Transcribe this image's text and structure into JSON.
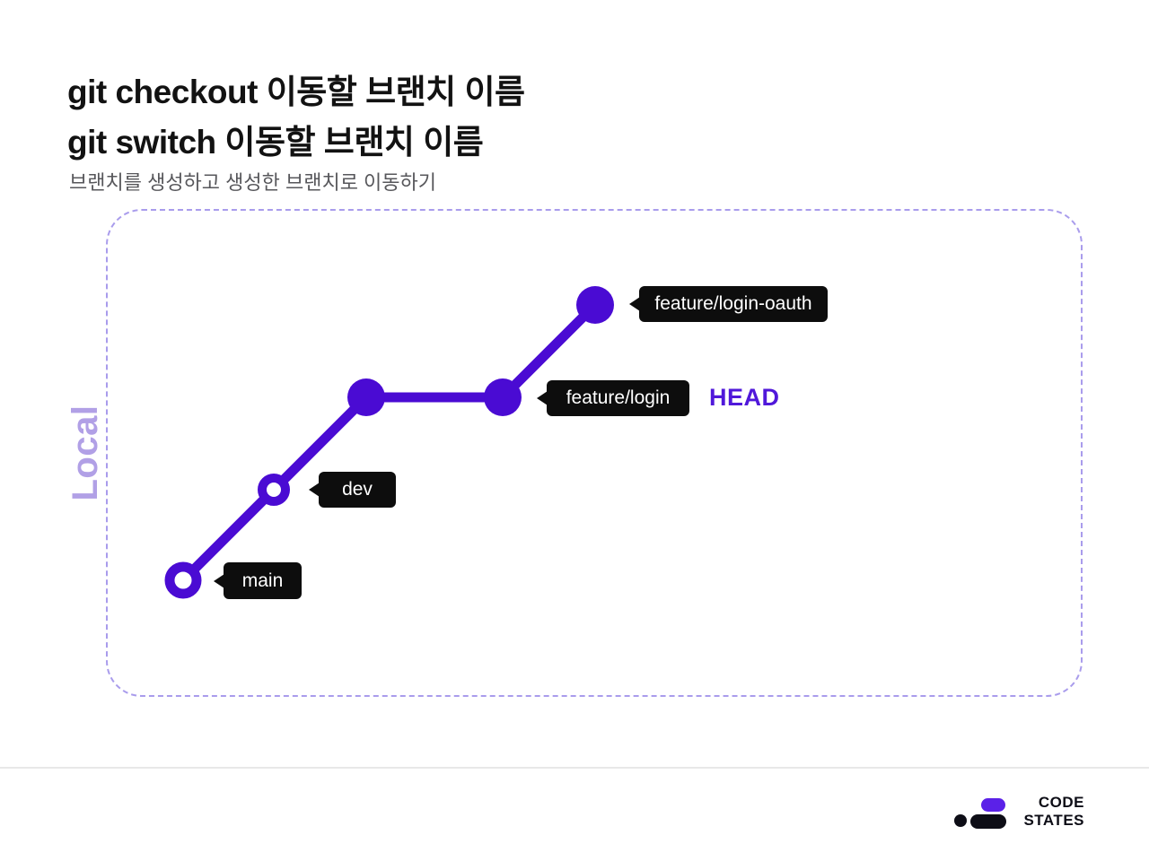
{
  "header": {
    "title_line1": "git checkout 이동할 브랜치 이름",
    "title_line2": "git switch 이동할 브랜치 이름",
    "subtitle": "브랜치를 생성하고 생성한 브랜치로 이동하기"
  },
  "diagram": {
    "region_label": "Local",
    "head_label": "HEAD",
    "tags": {
      "main": "main",
      "dev": "dev",
      "feature_login": "feature/login",
      "feature_login_oauth": "feature/login-oauth"
    },
    "commits": [
      {
        "branch_tip": "main",
        "node_style": "open"
      },
      {
        "branch_tip": "dev",
        "node_style": "open"
      },
      {
        "node_style": "filled"
      },
      {
        "branch_tip": "feature/login",
        "node_style": "filled",
        "head": true
      },
      {
        "branch_tip": "feature/login-oauth",
        "node_style": "filled"
      }
    ],
    "colors": {
      "branch_line": "#4a0bd3",
      "head_text": "#5018da",
      "region_label": "#b1a0e6",
      "box_border": "#a99cec",
      "tag_background": "#0d0d0d",
      "tag_text": "#ffffff"
    }
  },
  "footer": {
    "logo_wordmark_line1": "CODE",
    "logo_wordmark_line2": "STATES",
    "logo_colors": {
      "accent": "#5b21e8",
      "dark": "#0d0d16"
    }
  }
}
